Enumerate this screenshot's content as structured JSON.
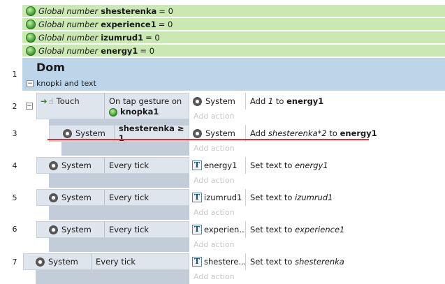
{
  "globals": [
    {
      "keyword": "Global number",
      "name": "shesterenka",
      "value": "= 0"
    },
    {
      "keyword": "Global number",
      "name": "experience1",
      "value": "= 0"
    },
    {
      "keyword": "Global number",
      "name": "izumrud1",
      "value": "= 0"
    },
    {
      "keyword": "Global number",
      "name": "energy1",
      "value": "= 0"
    }
  ],
  "group": {
    "line": "1",
    "title": "Dom",
    "description": "knopki and text"
  },
  "events": {
    "e2": {
      "line": "2",
      "cond_object": "Touch",
      "cond_text": "On tap gesture on",
      "cond_target": "knopka1",
      "act_object": "System",
      "act_prefix": "Add",
      "act_value": "1",
      "act_to": "to",
      "act_target": "energy1"
    },
    "e3": {
      "line": "3",
      "cond_object": "System",
      "cond_text": "shesterenka ≥ 1",
      "act_object": "System",
      "act_prefix": "Add",
      "act_value": "shesterenka*2",
      "act_to": "to",
      "act_target": "energy1"
    },
    "e4": {
      "line": "4",
      "cond_object": "System",
      "cond_text": "Every tick",
      "act_object": "energy1",
      "act_prefix": "Set text to",
      "act_value": "energy1"
    },
    "e5": {
      "line": "5",
      "cond_object": "System",
      "cond_text": "Every tick",
      "act_object": "izumrud1",
      "act_prefix": "Set text to",
      "act_value": "izumrud1"
    },
    "e6": {
      "line": "6",
      "cond_object": "System",
      "cond_text": "Every tick",
      "act_object": "experien...",
      "act_prefix": "Set text to",
      "act_value": "experience1"
    },
    "e7": {
      "line": "7",
      "cond_object": "System",
      "cond_text": "Every tick",
      "act_object": "shestere...",
      "act_prefix": "Set text to",
      "act_value": "shesterenka"
    }
  },
  "add_action_label": "Add action",
  "colors": {
    "global_bg": "#c9e8b2",
    "group_bg": "#bdd5e8",
    "condition_bg": "#dfe5ec",
    "highlight_line": "#e32b2b"
  }
}
